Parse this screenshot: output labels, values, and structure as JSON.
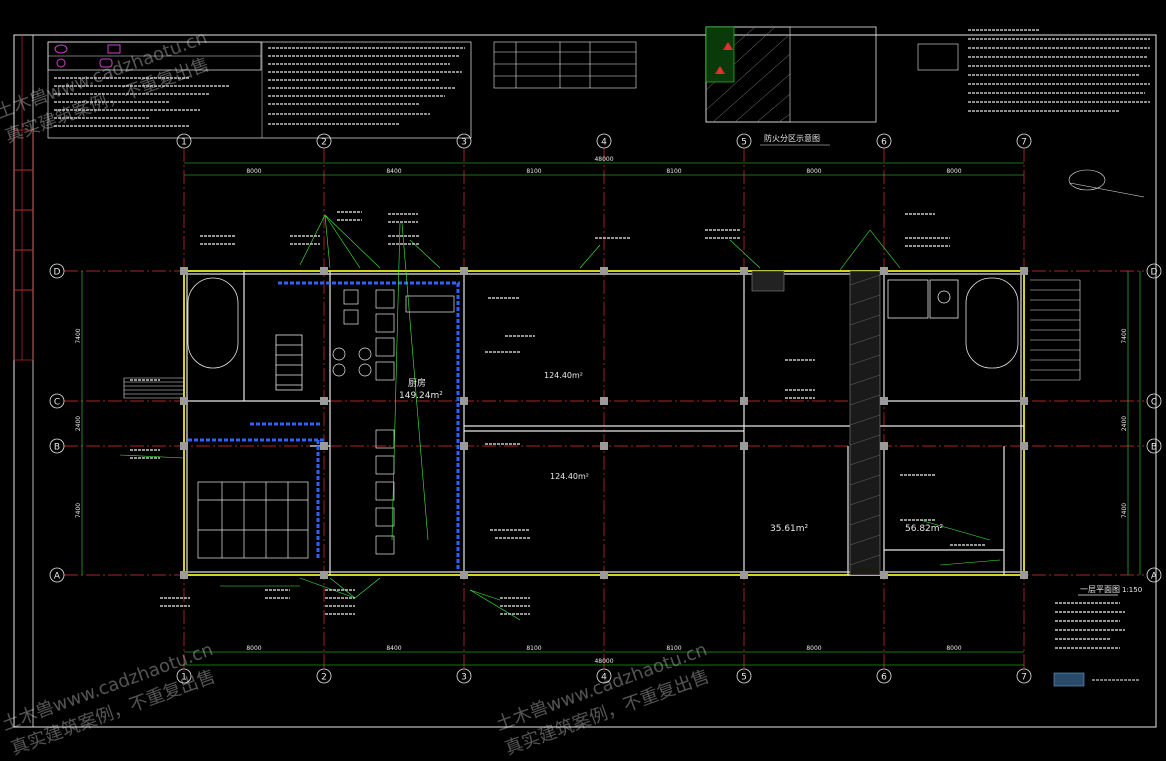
{
  "plan": {
    "grid_columns": [
      "1",
      "2",
      "3",
      "4",
      "5",
      "6",
      "7"
    ],
    "grid_rows": [
      "D",
      "C",
      "B",
      "A"
    ],
    "top_dims": [
      "8000",
      "8400",
      "8100",
      "8100",
      "8000",
      "8000"
    ],
    "total_dim": "48000",
    "right_dims": [
      "7400",
      "2400",
      "7400"
    ],
    "rooms": [
      {
        "name": "厨房",
        "area": "149.24m²"
      },
      {
        "name": "",
        "area": "124.40m²"
      },
      {
        "name": "",
        "area": "124.40m²"
      },
      {
        "name": "",
        "area": "35.61m²"
      },
      {
        "name": "",
        "area": "56.82m²"
      }
    ],
    "fire_zone_title": "防火分区示意图",
    "plan_title": "一层平面图",
    "plan_scale": "1:150"
  },
  "legend": {
    "items": [
      {
        "symbol": "洗涤池",
        "label": "洗涤池"
      },
      {
        "symbol": "洗衣机",
        "label": "洗衣机"
      },
      {
        "symbol": "地漏",
        "label": "地漏"
      },
      {
        "symbol": "蹲便器",
        "label": "蹲便器"
      }
    ]
  },
  "watermark": {
    "line1": "土木兽www.cadzhaotu.cn",
    "line2": "真实建筑案例，不重复出售"
  },
  "colors": {
    "grid_axis": "#e03030",
    "wall": "#ffffff",
    "dimension": "#30e030",
    "annotation": "#40f040",
    "pipe": "#3060ff",
    "column": "#9b9b9b",
    "hatch": "#888888",
    "border": "#ffffff",
    "room_fill": "#000000",
    "outline_yellow": "#d8d020",
    "magenta": "#d040d0",
    "cyan": "#20d0d0"
  }
}
